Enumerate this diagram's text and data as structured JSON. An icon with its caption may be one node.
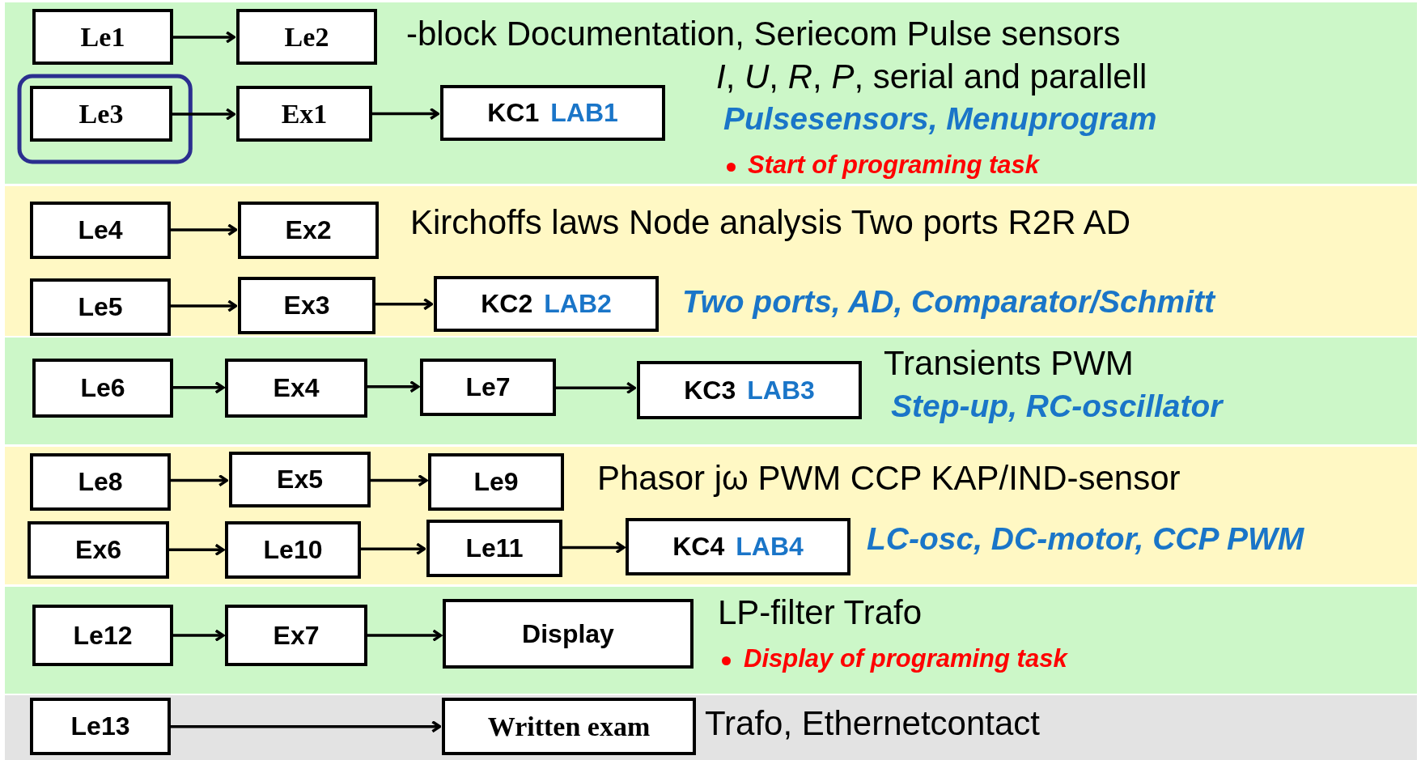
{
  "diagram": {
    "nodes": [
      {
        "text": [
          "-block Documentation, Seriecom Pulse sensors",
          "*I*, *U*, *R*, *P*, serial and parallell",
          "Pulsesensors, Menuprogram",
          "Start of programing task"
        ]
      },
      {
        "text": [
          "Le1"
        ],
        "in": 0
      },
      {
        "text": [
          "Le2"
        ],
        "in": 0
      },
      {
        "text": [
          "Le3"
        ],
        "in": 0
      },
      {
        "text": [
          "Ex1"
        ],
        "in": 0
      },
      {
        "text": [
          "KC1",
          "LAB1"
        ],
        "in": 0
      },
      {
        "text": [
          "Kirchoffs laws Node analysis Two ports R2R AD",
          "Two ports, AD, Comparator/Schmitt"
        ]
      },
      {
        "text": [
          "Le4"
        ],
        "in": 6
      },
      {
        "text": [
          "Ex2"
        ],
        "in": 6
      },
      {
        "text": [
          "Le5"
        ],
        "in": 6
      },
      {
        "text": [
          "Ex3"
        ],
        "in": 6
      },
      {
        "text": [
          "KC2",
          "LAB2"
        ],
        "in": 6
      },
      {
        "text": [
          "Transients PWM",
          "Step-up, RC-oscillator"
        ]
      },
      {
        "text": [
          "Le6"
        ],
        "in": 12
      },
      {
        "text": [
          "Ex4"
        ],
        "in": 12
      },
      {
        "text": [
          "Le7"
        ],
        "in": 12
      },
      {
        "text": [
          "KC3",
          "LAB3"
        ],
        "in": 12
      },
      {
        "text": [
          "Phasor  jω PWM CCP KAP/IND-sensor",
          "LC-osc, DC-motor, CCP PWM"
        ]
      },
      {
        "text": [
          "Le8"
        ],
        "in": 17
      },
      {
        "text": [
          "Ex5"
        ],
        "in": 17
      },
      {
        "text": [
          "Le9"
        ],
        "in": 17
      },
      {
        "text": [
          "Ex6"
        ],
        "in": 17
      },
      {
        "text": [
          "Le10"
        ],
        "in": 17
      },
      {
        "text": [
          "Le11"
        ],
        "in": 17
      },
      {
        "text": [
          "KC4",
          "LAB4"
        ],
        "in": 17
      },
      {
        "text": [
          "LP-filter Trafo",
          "Display of programing task"
        ]
      },
      {
        "text": [
          "Le12"
        ],
        "in": 25
      },
      {
        "text": [
          "Ex7"
        ],
        "in": 25
      },
      {
        "text": [
          "Display"
        ],
        "in": 25
      },
      {
        "text": [
          "Trafo, Ethernetcontact"
        ]
      },
      {
        "text": [
          "Le13"
        ],
        "in": 29
      },
      {
        "text": [
          "Written exam"
        ],
        "in": 29
      }
    ],
    "edges": [
      {
        "from": 1,
        "to": 2,
        "arrow": "to"
      },
      {
        "from": 3,
        "to": 4,
        "arrow": "to"
      },
      {
        "from": 4,
        "to": 5,
        "arrow": "to"
      },
      {
        "from": 7,
        "to": 8,
        "arrow": "to"
      },
      {
        "from": 9,
        "to": 10,
        "arrow": "to"
      },
      {
        "from": 10,
        "to": 11,
        "arrow": "to"
      },
      {
        "from": 13,
        "to": 14,
        "arrow": "to"
      },
      {
        "from": 14,
        "to": 15,
        "arrow": "to"
      },
      {
        "from": 15,
        "to": 16,
        "arrow": "to"
      },
      {
        "from": 18,
        "to": 19,
        "arrow": "to"
      },
      {
        "from": 19,
        "to": 20,
        "arrow": "to"
      },
      {
        "from": 21,
        "to": 22,
        "arrow": "to"
      },
      {
        "from": 22,
        "to": 23,
        "arrow": "to"
      },
      {
        "from": 23,
        "to": 24,
        "arrow": "to"
      },
      {
        "from": 26,
        "to": 27,
        "arrow": "to"
      },
      {
        "from": 27,
        "to": 28,
        "arrow": "to"
      },
      {
        "from": 30,
        "to": 31,
        "arrow": "to"
      }
    ]
  }
}
